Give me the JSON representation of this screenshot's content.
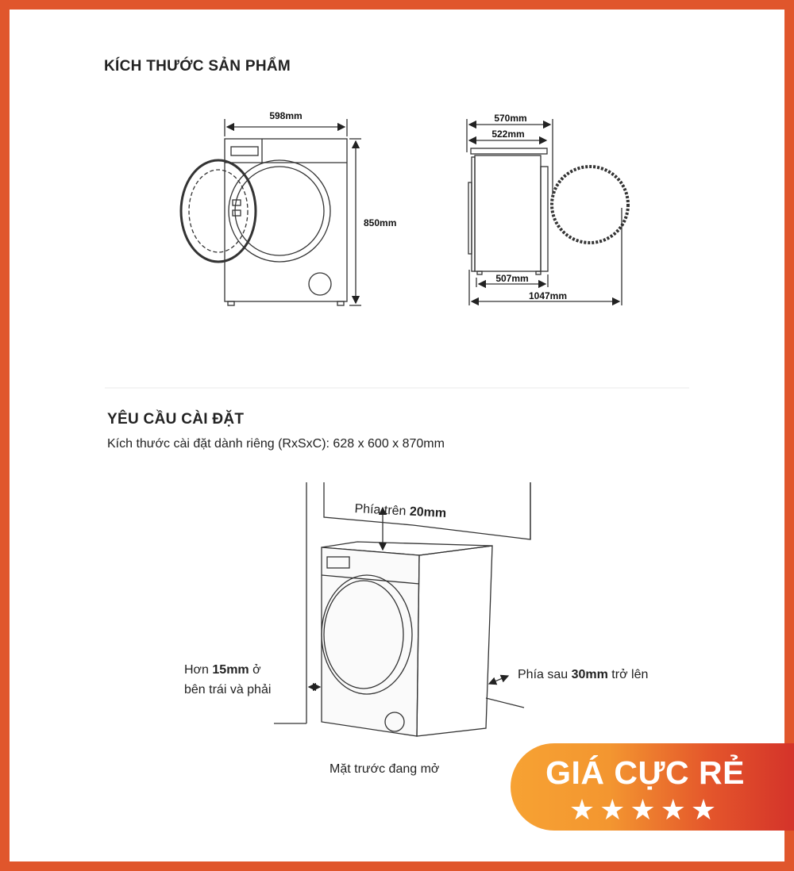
{
  "product_dimensions": {
    "title": "KÍCH THƯỚC SẢN PHẨM",
    "front": {
      "width": "598mm",
      "height": "850mm"
    },
    "side": {
      "depth_total": "570mm",
      "depth_top": "522mm",
      "depth_base": "507mm",
      "depth_door_open": "1047mm"
    }
  },
  "installation": {
    "title": "YÊU CẦU CÀI ĐẶT",
    "subtitle": "Kích thước cài đặt dành riêng (RxSxC): 628 x 600 x 870mm",
    "top_clearance": {
      "prefix": "Phía trên ",
      "value": "20mm"
    },
    "side_clearance": {
      "prefix": "Hơn ",
      "value": "15mm",
      "suffix": " ở",
      "line2": "bên trái và phải"
    },
    "rear_clearance": {
      "prefix": "Phía sau ",
      "value": "30mm",
      "suffix": " trở lên"
    },
    "front_note": "Mặt trước đang mở"
  },
  "badge": {
    "label": "GIÁ CỰC RẺ",
    "stars": "★★★★★",
    "rating": 5
  },
  "colors": {
    "frame": "#e0562c",
    "badge_start": "#f7a233",
    "badge_end": "#d4332a"
  }
}
